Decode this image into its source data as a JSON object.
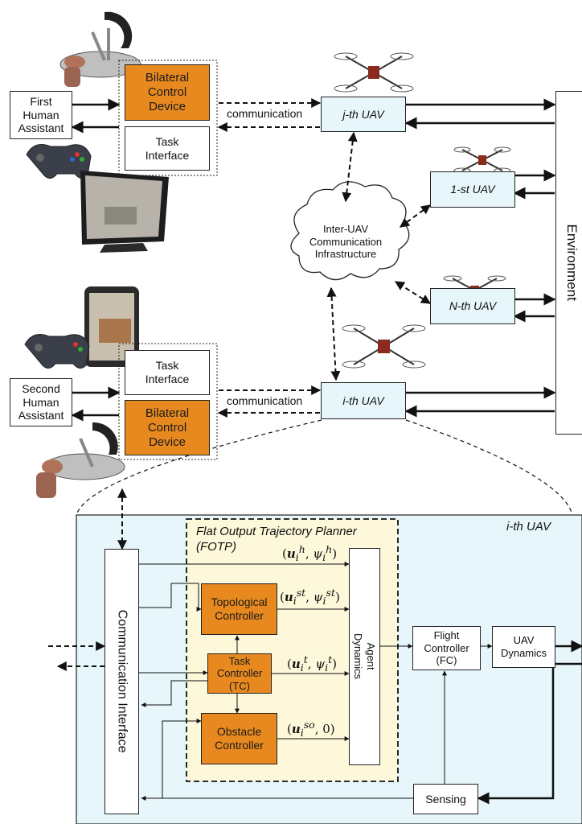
{
  "top_left": {
    "human": "First\nHuman\nAssistant",
    "bilateral": "Bilateral\nControl\nDevice",
    "task_interface": "Task\nInterface",
    "communication": "communication"
  },
  "bottom_left": {
    "human": "Second\nHuman\nAssistant",
    "bilateral": "Bilateral\nControl\nDevice",
    "task_interface": "Task\nInterface",
    "communication": "communication"
  },
  "uavs": {
    "j": "j-th UAV",
    "first": "1-st UAV",
    "n": "N-th UAV",
    "i": "i-th UAV"
  },
  "cloud": "Inter-UAV\nCommunication\nInfrastructure",
  "environment": "Environment",
  "detail": {
    "title": "i-th UAV",
    "fotp_title": "Flat Output Trajectory Planner",
    "fotp_abbr": "(FOTP)",
    "comm_interface": "Communication Interface",
    "topological": "Topological\nController",
    "task_controller": "Task\nController\n(TC)",
    "obstacle": "Obstacle\nController",
    "agent_dynamics": "Agent\nDynamics",
    "flight_controller": "Flight\nController\n(FC)",
    "uav_dynamics": "UAV\nDynamics",
    "sensing": "Sensing"
  },
  "colors": {
    "orange": "#e8891f",
    "uav_fill": "#e6f6fa",
    "fotp_fill": "#fcf8d9",
    "detail_fill": "#e6f6fa"
  },
  "icons": [
    "haptic-device-icon",
    "gamepad-icon",
    "monitor-icon",
    "tablet-icon",
    "quadrotor-icon",
    "cloud-icon"
  ]
}
